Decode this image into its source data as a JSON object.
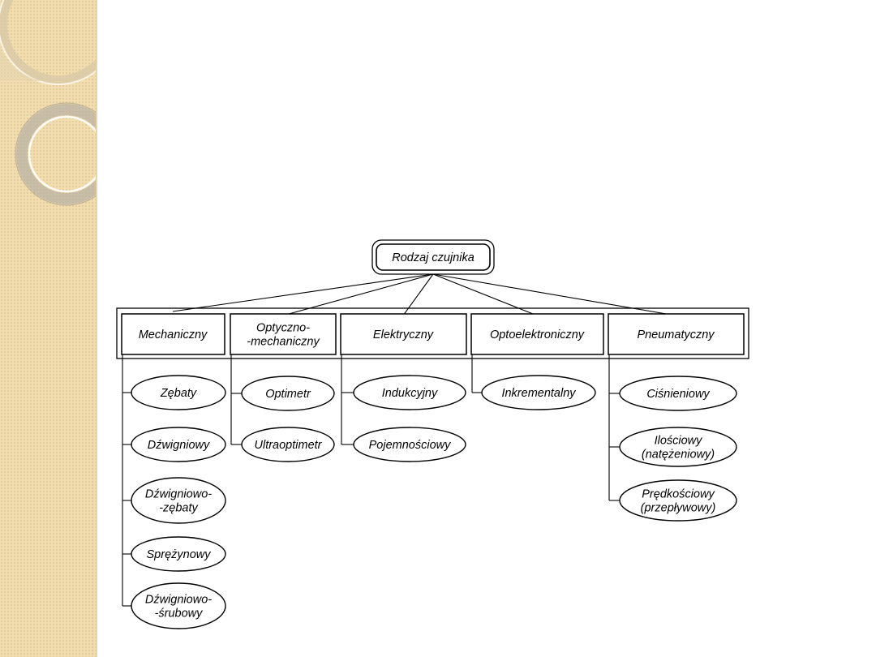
{
  "root": "Rodzaj czujnika",
  "categories": [
    {
      "lines": [
        "Mechaniczny"
      ],
      "items": [
        {
          "lines": [
            "Zębaty"
          ]
        },
        {
          "lines": [
            "Dźwigniowy"
          ]
        },
        {
          "lines": [
            "Dźwigniowo-",
            "-zębaty"
          ]
        },
        {
          "lines": [
            "Sprężynowy"
          ]
        },
        {
          "lines": [
            "Dźwigniowo-",
            "-śrubowy"
          ]
        }
      ]
    },
    {
      "lines": [
        "Optyczno-",
        "-mechaniczny"
      ],
      "items": [
        {
          "lines": [
            "Optimetr"
          ]
        },
        {
          "lines": [
            "Ultraoptimetr"
          ]
        }
      ]
    },
    {
      "lines": [
        "Elektryczny"
      ],
      "items": [
        {
          "lines": [
            "Indukcyjny"
          ]
        },
        {
          "lines": [
            "Pojemnościowy"
          ]
        }
      ]
    },
    {
      "lines": [
        "Optoelektroniczny"
      ],
      "items": [
        {
          "lines": [
            "Inkrementalny"
          ]
        }
      ]
    },
    {
      "lines": [
        "Pneumatyczny"
      ],
      "items": [
        {
          "lines": [
            "Ciśnieniowy"
          ]
        },
        {
          "lines": [
            "Ilościowy",
            "(natężeniowy)"
          ]
        },
        {
          "lines": [
            "Prędkościowy",
            "(przepływowy)"
          ]
        }
      ]
    }
  ]
}
